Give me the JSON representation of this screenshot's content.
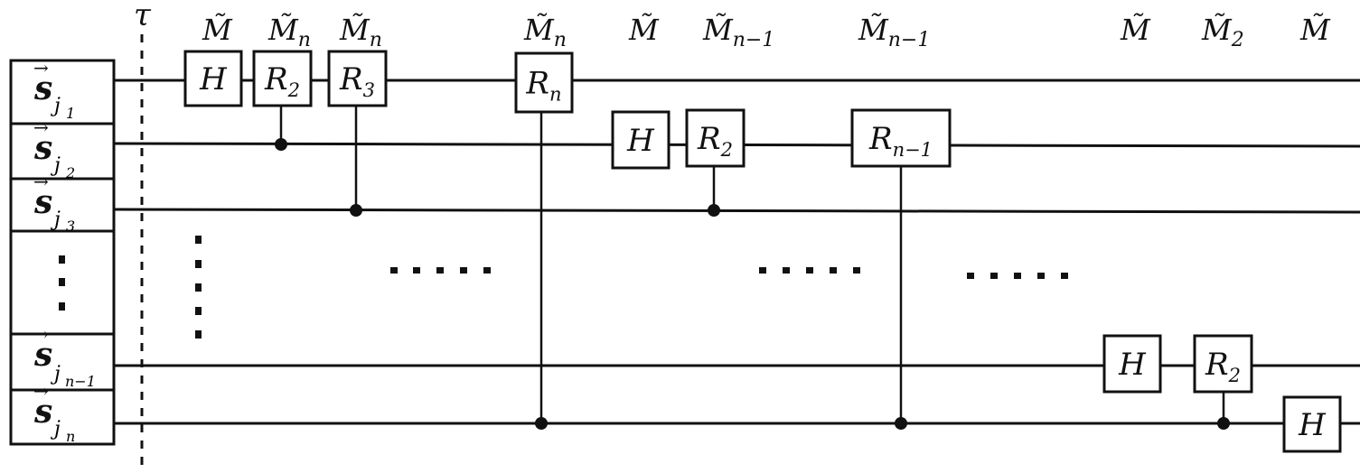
{
  "tau": "τ",
  "register": [
    {
      "base": "s",
      "sub": "j1",
      "subParts": [
        "j",
        "1"
      ]
    },
    {
      "base": "s",
      "sub": "j2",
      "subParts": [
        "j",
        "2"
      ]
    },
    {
      "base": "s",
      "sub": "j3",
      "subParts": [
        "j",
        "3"
      ]
    },
    {
      "base": "⋮",
      "sub": "",
      "subParts": []
    },
    {
      "base": "s",
      "sub": "j(n-1)",
      "subParts": [
        "j",
        "n−1"
      ]
    },
    {
      "base": "s",
      "sub": "jn",
      "subParts": [
        "j",
        "n"
      ]
    }
  ],
  "gates": [
    {
      "label": "H",
      "sub": "",
      "wire": 0,
      "control": null,
      "top": "M̃"
    },
    {
      "label": "R",
      "sub": "2",
      "wire": 0,
      "control": 1,
      "top": "M̃n"
    },
    {
      "label": "R",
      "sub": "3",
      "wire": 0,
      "control": 2,
      "top": "M̃n"
    },
    {
      "label": "R",
      "sub": "n",
      "wire": 0,
      "control": 5,
      "top": "M̃n"
    },
    {
      "label": "H",
      "sub": "",
      "wire": 1,
      "control": null,
      "top": "M̃"
    },
    {
      "label": "R",
      "sub": "2",
      "wire": 1,
      "control": 2,
      "top": "M̃n−1"
    },
    {
      "label": "R",
      "sub": "n−1",
      "wire": 1,
      "control": 5,
      "top": "M̃n−1"
    },
    {
      "label": "H",
      "sub": "",
      "wire": 4,
      "control": null,
      "top": "M̃"
    },
    {
      "label": "R",
      "sub": "2",
      "wire": 4,
      "control": 5,
      "top": "M̃2"
    },
    {
      "label": "H",
      "sub": "",
      "wire": 5,
      "control": null,
      "top": "M̃"
    }
  ],
  "ellipses": [
    "· · · · ·",
    "· · · · ·",
    "· · · · ·"
  ]
}
